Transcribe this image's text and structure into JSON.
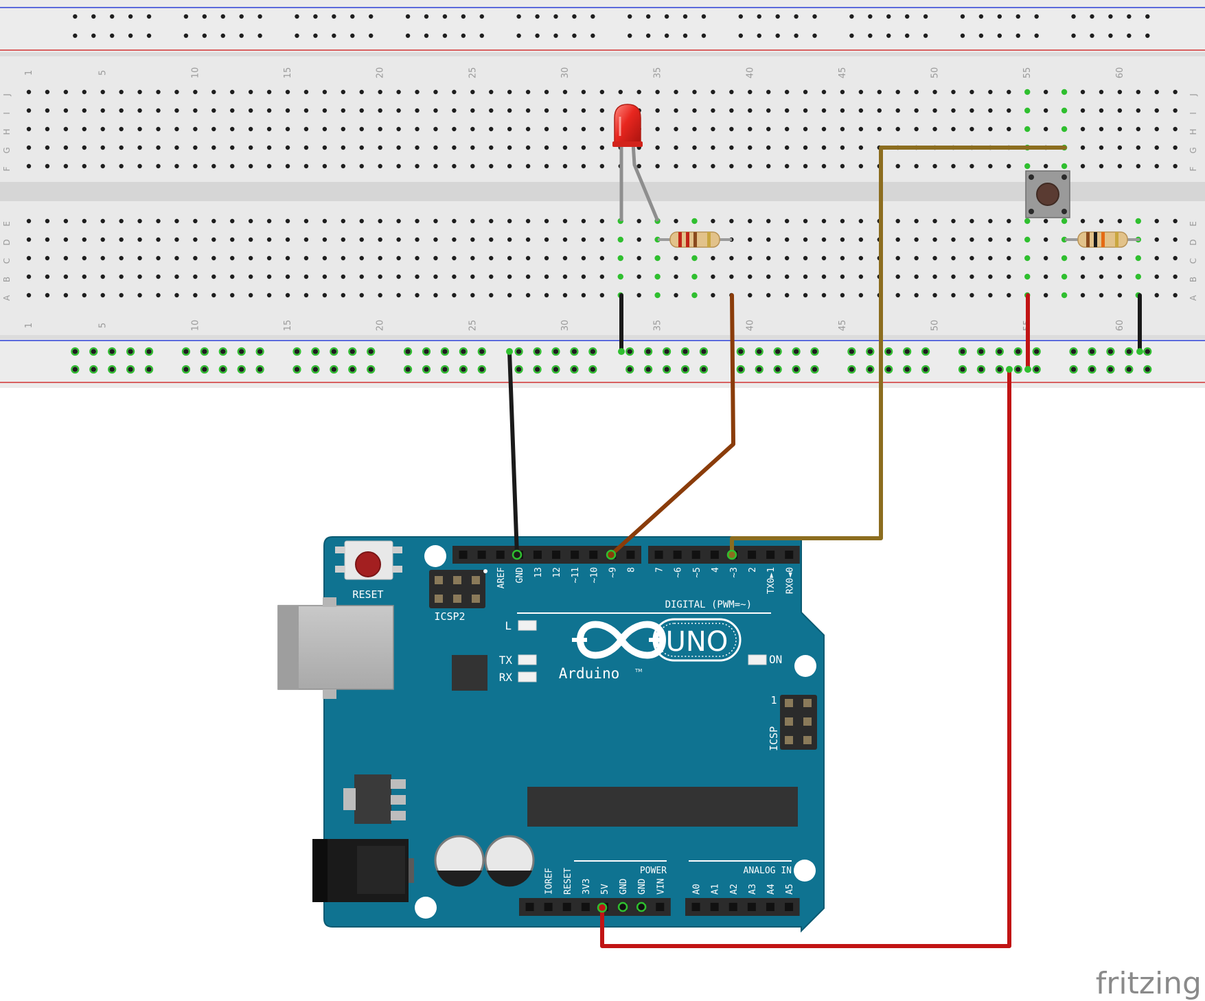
{
  "breadboard": {
    "column_numbers": [
      "1",
      "5",
      "10",
      "15",
      "20",
      "25",
      "30",
      "35",
      "40",
      "45",
      "50",
      "55",
      "60"
    ],
    "row_letters_top": [
      "J",
      "I",
      "H",
      "G",
      "F"
    ],
    "row_letters_bottom": [
      "E",
      "D",
      "C",
      "B",
      "A"
    ]
  },
  "arduino": {
    "reset_label": "RESET",
    "icsp2_label": "ICSP2",
    "icsp_label": "ICSP",
    "icsp_pin1": "1",
    "logo_text": "Arduino",
    "trademark": "TM",
    "uno_text": "UNO",
    "led_labels": {
      "l": "L",
      "tx": "TX",
      "rx": "RX",
      "on": "ON"
    },
    "digital_label": "DIGITAL (PWM=~)",
    "top_pins_left": [
      "AREF",
      "GND",
      "13",
      "12",
      "~11",
      "~10",
      "~9",
      "8"
    ],
    "top_pins_right": [
      "7",
      "~6",
      "~5",
      "4",
      "~3",
      "2",
      "TX0►1",
      "RX0◄0"
    ],
    "power_label": "POWER",
    "analog_label": "ANALOG IN",
    "power_pins": [
      "IOREF",
      "RESET",
      "3V3",
      "5V",
      "GND",
      "GND",
      "VIN"
    ],
    "analog_pins": [
      "A0",
      "A1",
      "A2",
      "A3",
      "A4",
      "A5"
    ]
  },
  "watermark": "fritzing",
  "colors": {
    "board_blue": "#0f7391",
    "breadboard": "#e9e9e9",
    "wire_black": "#1a1a1a",
    "wire_brown": "#8a3c0a",
    "wire_gold": "#8c6d1f",
    "wire_red": "#c11414",
    "led_red": "#e8261f",
    "rail_blue": "#2b3fd6",
    "rail_red": "#d23232"
  }
}
